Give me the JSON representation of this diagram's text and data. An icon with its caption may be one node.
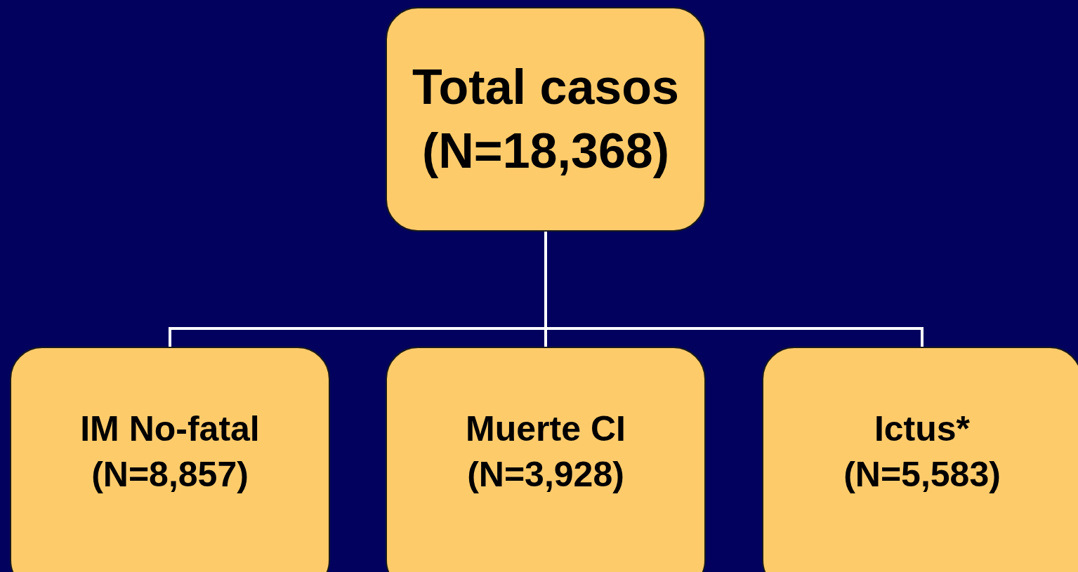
{
  "diagram": {
    "nodes": [
      {
        "text": [
          "Total casos (N=18,368)"
        ]
      },
      {
        "text": [
          "IM No-fatal (N=8,857)"
        ]
      },
      {
        "text": [
          "Muerte CI (N=3,928)"
        ]
      },
      {
        "text": [
          "Ictus* (N=5,583)"
        ]
      }
    ],
    "edges": [
      {
        "from": 0,
        "to": 1,
        "arrow": "none"
      },
      {
        "from": 0,
        "to": 2,
        "arrow": "none"
      },
      {
        "from": 0,
        "to": 3,
        "arrow": "none"
      }
    ]
  }
}
